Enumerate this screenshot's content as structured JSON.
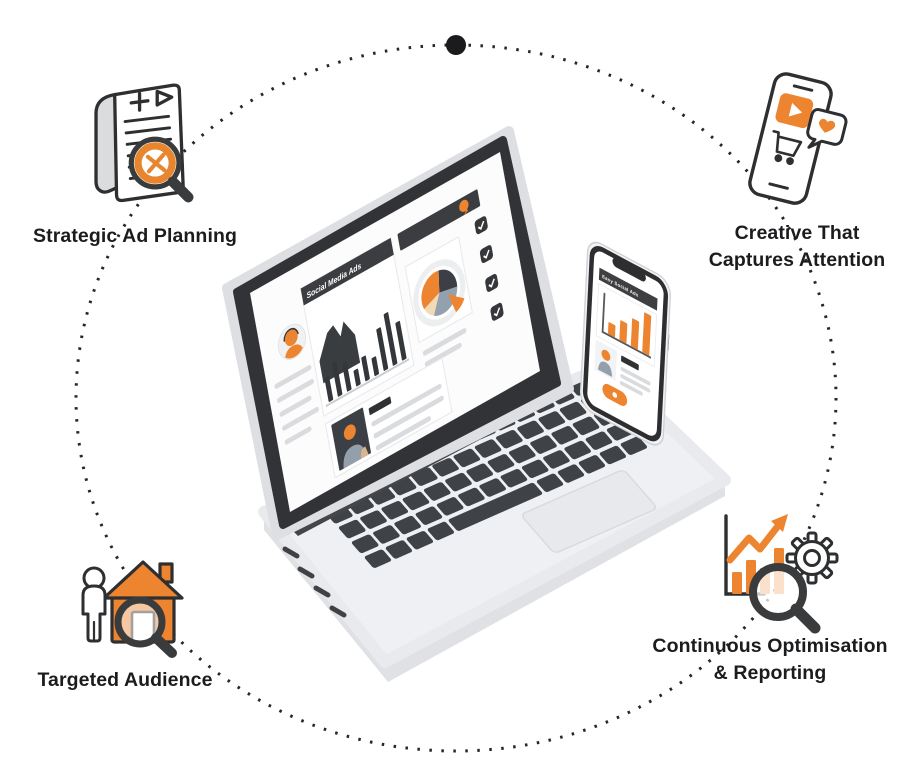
{
  "diagram": {
    "features": {
      "top_left": {
        "label": "Strategic Ad Planning",
        "icon": "document-with-magnifier"
      },
      "top_right": {
        "label": "Creative That Captures Attention",
        "icon": "phone-play-cart-heart"
      },
      "bottom_left": {
        "label": "Targeted Audience",
        "icon": "house-person-magnifier"
      },
      "bottom_right": {
        "label": "Continuous Optimisation & Reporting",
        "icon": "growth-chart-gear-magnifier"
      }
    },
    "laptop": {
      "screen_title": "Social Media Ads",
      "bar_heights": [
        24,
        34,
        28,
        16,
        24,
        18,
        42,
        52,
        38
      ],
      "pie_segments": [
        {
          "color": "#3C4046",
          "share": 0.25
        },
        {
          "color": "#93A0AD",
          "share": 0.3
        },
        {
          "color": "#F3D9B4",
          "share": 0.12
        },
        {
          "color": "#ED8430",
          "share": 0.33
        }
      ]
    },
    "phone": {
      "screen_title": "Easy Social Ads",
      "bar_heights": [
        12,
        20,
        28,
        40
      ]
    },
    "colors": {
      "accent_orange": "#ED8430",
      "outline_dark": "#2E2F31",
      "key_dark": "#3F4246",
      "light_gray": "#D9DBDE"
    }
  }
}
